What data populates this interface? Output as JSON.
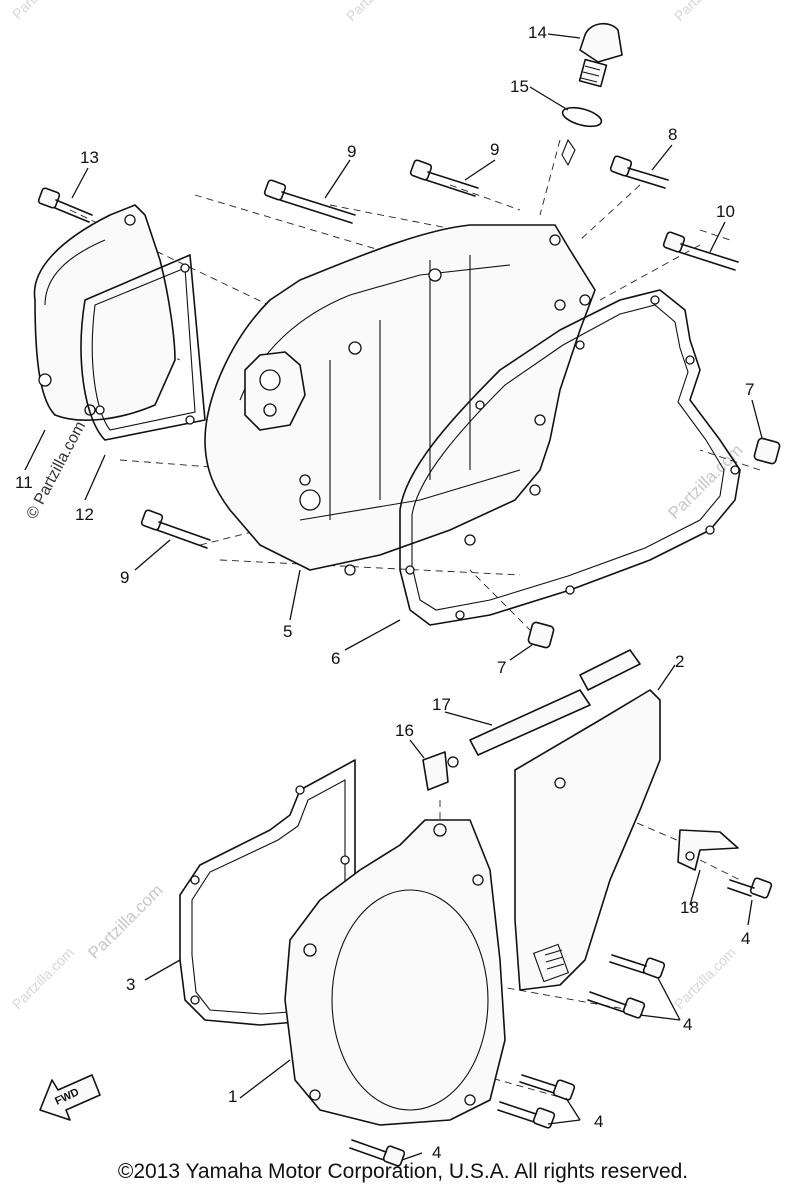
{
  "diagram": {
    "labels": {
      "l1": "1",
      "l2": "2",
      "l3": "3",
      "l4": "4",
      "l5": "5",
      "l6": "6",
      "l7": "7",
      "l8": "8",
      "l9": "9",
      "l10": "10",
      "l11": "11",
      "l12": "12",
      "l13": "13",
      "l14": "14",
      "l15": "15",
      "l16": "16",
      "l17": "17",
      "l18": "18"
    },
    "fwd_marker": "FWD",
    "watermark": "© Partzilla.com",
    "watermark_small": "Partzilla.com"
  },
  "footer": {
    "copyright": "©2013 Yamaha Motor Corporation, U.S.A. All rights reserved."
  }
}
